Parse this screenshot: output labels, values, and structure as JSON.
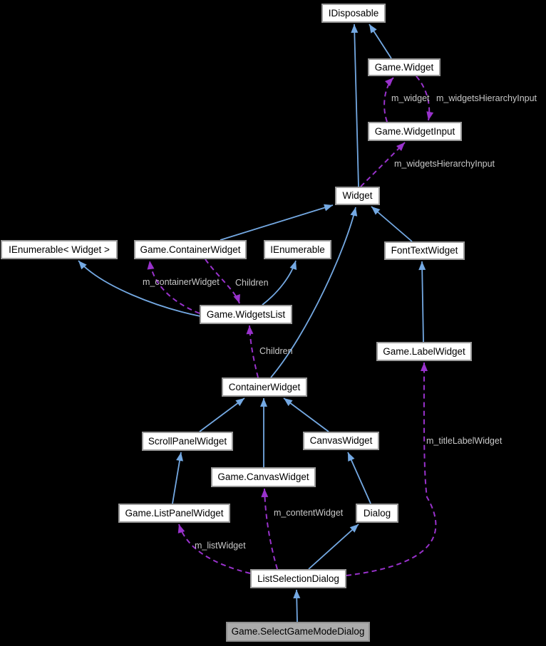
{
  "diagram": {
    "type": "class-collaboration-diagram",
    "colors": {
      "background": "#000000",
      "inheritance_edge": "#74a9e3",
      "usage_edge": "#9932cc",
      "node_fill": "#ffffff",
      "node_border": "#9a9a9a",
      "node_text": "#000000",
      "focus_node_fill": "#ababab",
      "focus_node_border": "#8f8f8f",
      "edge_label_text": "#c8c8c8"
    },
    "nodes": [
      {
        "label": "IDisposable"
      },
      {
        "label": "Game.Widget"
      },
      {
        "label": "Game.WidgetInput"
      },
      {
        "label": "Widget"
      },
      {
        "label": "IEnumerable< Widget >"
      },
      {
        "label": "Game.ContainerWidget"
      },
      {
        "label": "IEnumerable"
      },
      {
        "label": "FontTextWidget"
      },
      {
        "label": "Game.WidgetsList"
      },
      {
        "label": "Game.LabelWidget"
      },
      {
        "label": "ContainerWidget"
      },
      {
        "label": "ScrollPanelWidget"
      },
      {
        "label": "CanvasWidget"
      },
      {
        "label": "Game.CanvasWidget"
      },
      {
        "label": "Game.ListPanelWidget"
      },
      {
        "label": "Dialog"
      },
      {
        "label": "ListSelectionDialog"
      },
      {
        "label": "Game.SelectGameModeDialog"
      }
    ],
    "edge_labels": [
      {
        "text": "m_widget"
      },
      {
        "text": "m_widgetsHierarchyInput"
      },
      {
        "text": "m_widgetsHierarchyInput"
      },
      {
        "text": "m_containerWidget"
      },
      {
        "text": "Children"
      },
      {
        "text": "Children"
      },
      {
        "text": "m_titleLabelWidget"
      },
      {
        "text": "m_contentWidget"
      },
      {
        "text": "m_listWidget"
      }
    ]
  }
}
